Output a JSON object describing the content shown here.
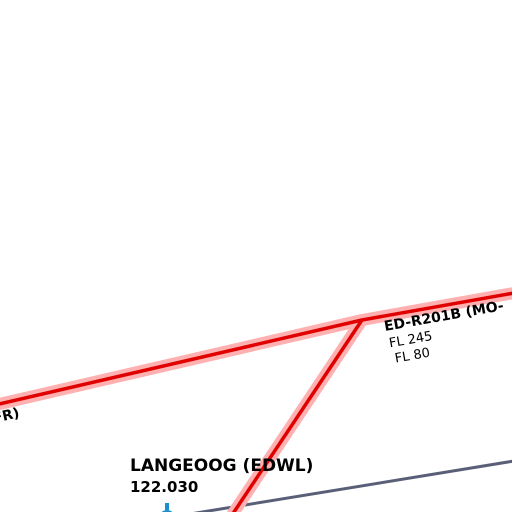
{
  "colors": {
    "restricted_line": "#e00000",
    "restricted_halo": "#ffb0b0",
    "boundary_line": "#5a5f78",
    "airport_symbol": "#1a8fcc",
    "text": "#000000"
  },
  "airspaces": [
    {
      "name": "ED-R201B (MO-",
      "upper_limit": "FL 245",
      "lower_limit": "FL 80"
    },
    {
      "name_fragment": "FR)"
    }
  ],
  "airport": {
    "name": "LANGEOOG (EDWL)",
    "frequency": "122.030",
    "icon": "airport-icon"
  }
}
